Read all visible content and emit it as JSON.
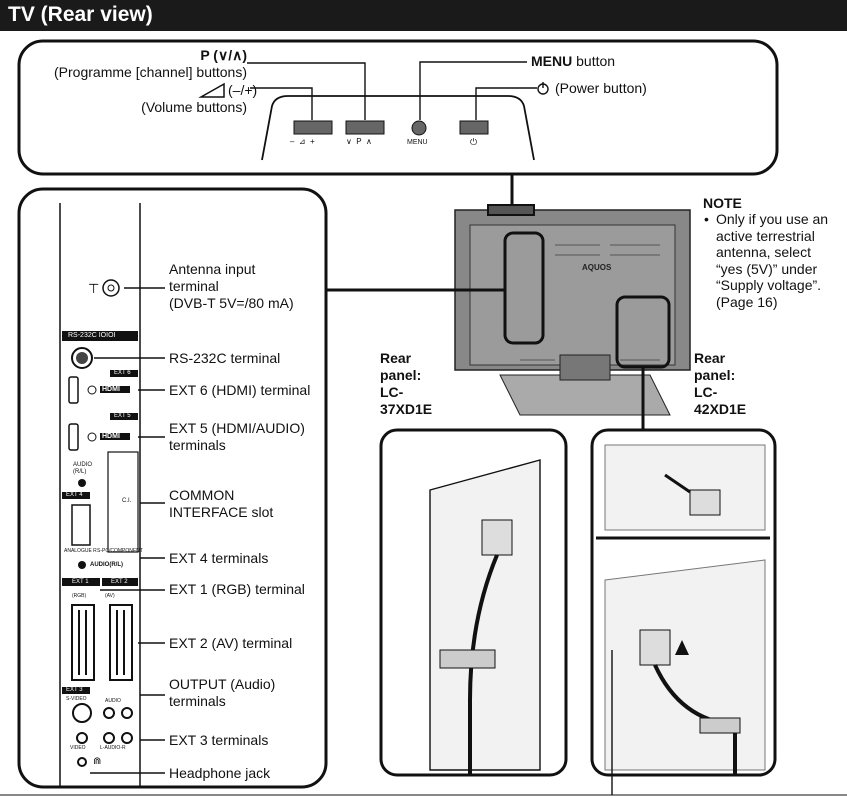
{
  "page_title": "TV (Rear view)",
  "controls": {
    "programme_symbol": "P (∨/∧)",
    "programme_caption": "(Programme [channel] buttons)",
    "volume_symbol": "(–/+)",
    "volume_caption": "(Volume buttons)",
    "menu_bold": "MENU",
    "menu_rest": " button",
    "power_label": "(Power button)",
    "btn_label_volume": "–  ⊿  +",
    "btn_label_programme": "∨  P  ∧",
    "btn_label_menu": "MENU"
  },
  "terminals": [
    "Antenna input\nterminal\n(DVB-T 5V=/80 mA)",
    "RS-232C terminal",
    "EXT 6 (HDMI) terminal",
    "EXT 5 (HDMI/AUDIO)\nterminals",
    "COMMON\nINTERFACE slot",
    "EXT 4 terminals",
    "EXT 1 (RGB) terminal",
    "EXT 2 (AV) terminal",
    "OUTPUT (Audio)\nterminals",
    "EXT 3 terminals",
    "Headphone jack"
  ],
  "panel_labels": {
    "rs232c": "RS-232C IOIOI",
    "ext6": "EXT 6",
    "ext5": "EXT 5",
    "hdmi": "HDMI",
    "audio_rl": "AUDIO\n(R/L)",
    "ext4": "EXT 4",
    "analogue": "ANALOGUE R",
    "component": "S-PC/COMPONENT",
    "audio_rl2": "AUDIO(R/L)",
    "ci": "C.I.",
    "ext1": "EXT 1",
    "ext2": "EXT 2",
    "rgb": "(RGB)",
    "av": "(AV)",
    "ext3": "EXT 3",
    "svideo": "S-VIDEO",
    "audio": "AUDIO",
    "video": "VIDEO",
    "l_audio_r": "L-AUDIO-R"
  },
  "note": {
    "title": "NOTE",
    "bullet": "•",
    "text": "Only if you use an\nactive terrestrial\nantenna, select\n“yes (5V)” under\n“Supply voltage”.\n(Page 16)"
  },
  "rear_panel_left": "Rear\npanel:\nLC-\n37XD1E",
  "rear_panel_right": "Rear\npanel:\nLC-\n42XD1E",
  "brand": "AQUOS"
}
